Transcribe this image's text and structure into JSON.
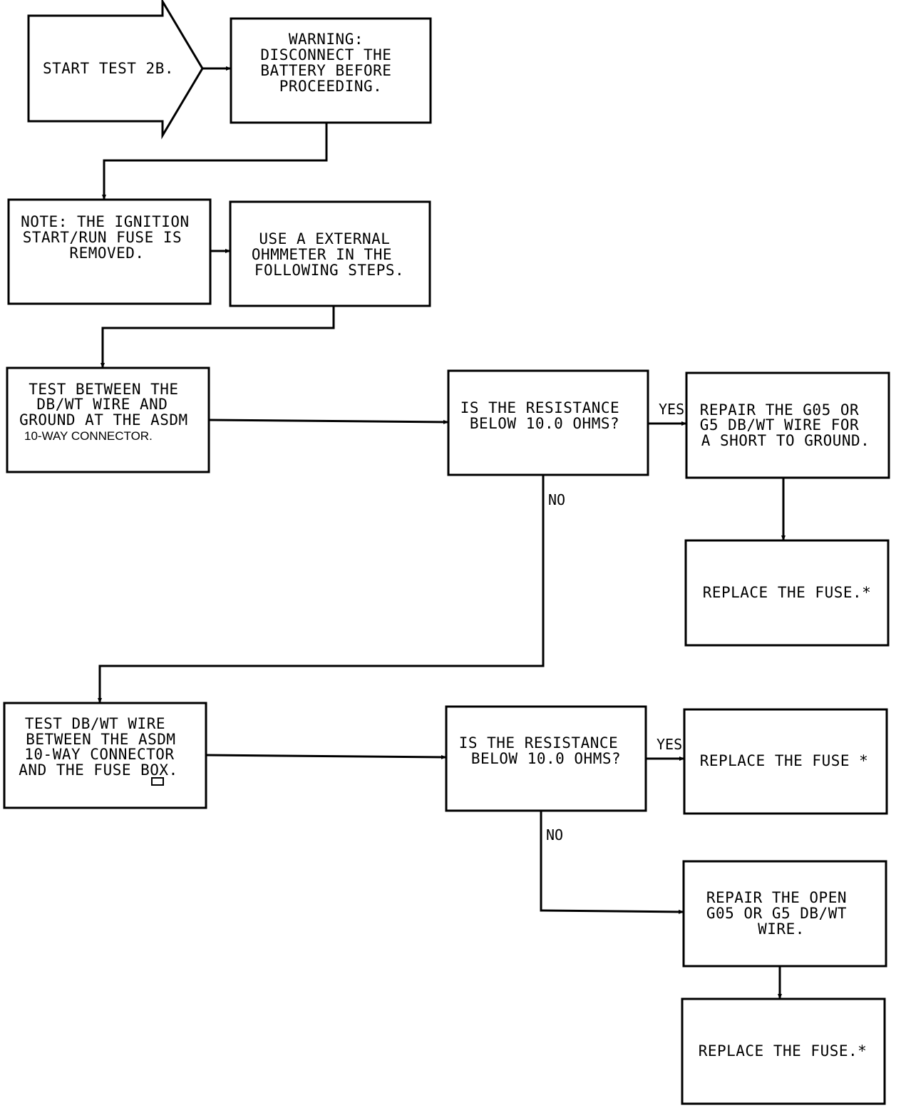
{
  "nodes": {
    "start": {
      "lines": [
        "START TEST 2B."
      ]
    },
    "warning": {
      "lines": [
        "WARNING:",
        "DISCONNECT THE",
        "BATTERY BEFORE",
        "PROCEEDING."
      ]
    },
    "note": {
      "lines": [
        "NOTE: THE IGNITION",
        "START/RUN FUSE IS",
        "REMOVED."
      ]
    },
    "ohmmeter": {
      "lines": [
        "USE A EXTERNAL",
        "OHMMETER IN THE",
        "FOLLOWING STEPS."
      ]
    },
    "test1": {
      "lines": [
        "TEST BETWEEN THE",
        "DB/WT WIRE AND",
        "GROUND AT THE ASDM",
        "10-WAY CONNECTOR."
      ]
    },
    "decision1": {
      "lines": [
        "IS THE RESISTANCE",
        "BELOW 10.0 OHMS?"
      ]
    },
    "repair_short": {
      "lines": [
        "REPAIR THE G05 OR",
        "G5 DB/WT WIRE FOR",
        "A SHORT TO GROUND."
      ]
    },
    "replace1": {
      "lines": [
        "REPLACE THE FUSE.*"
      ]
    },
    "test2": {
      "lines": [
        "TEST DB/WT WIRE",
        "BETWEEN THE ASDM",
        "10-WAY CONNECTOR",
        "AND THE FUSE BOX."
      ]
    },
    "decision2": {
      "lines": [
        "IS THE RESISTANCE",
        "BELOW 10.0 OHMS?"
      ]
    },
    "replace2": {
      "lines": [
        "REPLACE THE FUSE *"
      ]
    },
    "repair_open": {
      "lines": [
        "REPAIR THE OPEN",
        "G05 OR G5 DB/WT",
        "WIRE."
      ]
    },
    "replace3": {
      "lines": [
        "REPLACE THE FUSE.*"
      ]
    }
  },
  "edge_labels": {
    "d1_yes": "YES",
    "d1_no": "NO",
    "d2_yes": "YES",
    "d2_no": "NO"
  }
}
